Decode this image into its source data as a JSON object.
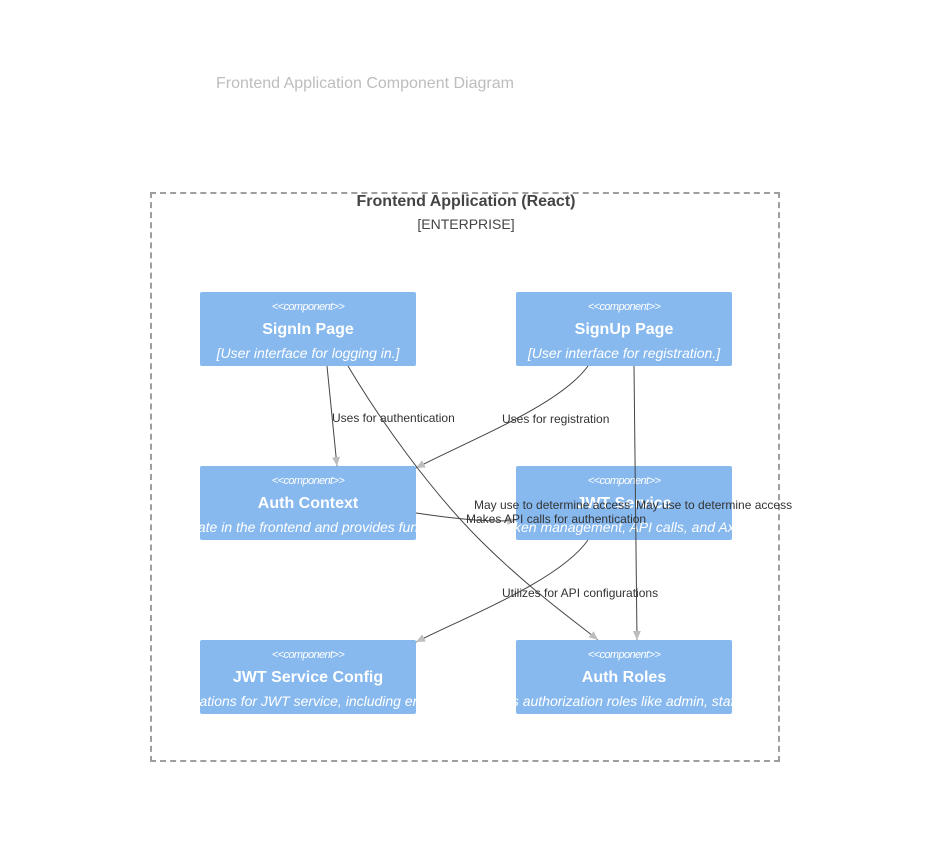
{
  "diagram": {
    "title": "Frontend Application Component Diagram",
    "boundary": {
      "name": "Frontend Application (React)",
      "type": "[ENTERPRISE]"
    },
    "components": [
      {
        "id": "signin",
        "stereotype": "<<component>>",
        "name": "SignIn Page",
        "description": "[User interface for logging in.]"
      },
      {
        "id": "signup",
        "stereotype": "<<component>>",
        "name": "SignUp Page",
        "description": "[User interface for registration.]"
      },
      {
        "id": "authctx",
        "stereotype": "<<component>>",
        "name": "Auth Context",
        "description": "[Manages authentication state in the frontend and provides functions for login and logout.]"
      },
      {
        "id": "jwtsvc",
        "stereotype": "<<component>>",
        "name": "JWT Service",
        "description": "[Handles JWT token management, API calls, and Axios interceptors.]"
      },
      {
        "id": "jwtcfg",
        "stereotype": "<<component>>",
        "name": "JWT Service Config",
        "description": "[Configurations for JWT service, including endpoints.]"
      },
      {
        "id": "roles",
        "stereotype": "<<component>>",
        "name": "Auth Roles",
        "description": "[Defines authorization roles like admin, staff, user.]"
      }
    ],
    "relations": [
      {
        "from": "signin",
        "to": "authctx",
        "label": "Uses for authentication"
      },
      {
        "from": "signup",
        "to": "authctx",
        "label": "Uses for registration"
      },
      {
        "from": "signin",
        "to": "roles",
        "label": "May use to determine access"
      },
      {
        "from": "signup",
        "to": "roles",
        "label": "May use to determine access"
      },
      {
        "from": "authctx",
        "to": "jwtsvc",
        "label": "Makes API calls for authentication"
      },
      {
        "from": "jwtsvc",
        "to": "jwtcfg",
        "label": "Utilizes for API configurations"
      }
    ]
  }
}
